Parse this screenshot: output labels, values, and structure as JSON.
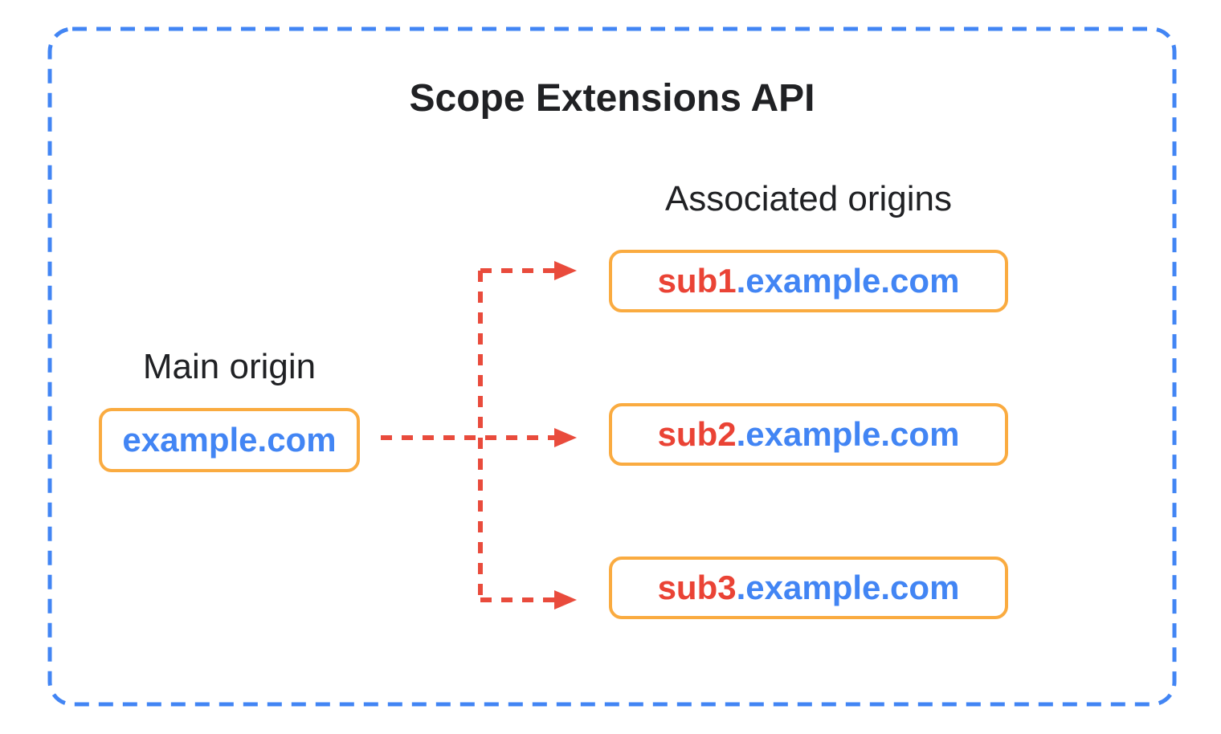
{
  "title": "Scope Extensions API",
  "main": {
    "label": "Main origin",
    "domain": "example.com"
  },
  "associated": {
    "label": "Associated origins",
    "origins": [
      {
        "sub": "sub1",
        "suffix": ".example.com"
      },
      {
        "sub": "sub2",
        "suffix": ".example.com"
      },
      {
        "sub": "sub3",
        "suffix": ".example.com"
      }
    ]
  },
  "colors": {
    "outline_blue": "#4285F4",
    "box_border_orange": "#FAAB40",
    "domain_text_blue": "#4285F4",
    "subdomain_text_red": "#EA4335",
    "arrow_red": "#E94B3C",
    "title_black": "#202124",
    "background": "#FFFFFF"
  }
}
